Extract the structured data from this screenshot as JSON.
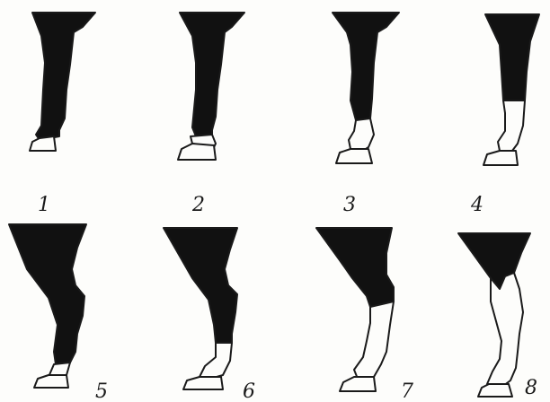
{
  "figure": {
    "labels": [
      "1",
      "2",
      "3",
      "4",
      "5",
      "6",
      "7",
      "8"
    ],
    "colors": {
      "ink": "#111111",
      "paper": "#fdfdfb",
      "outline": "#1a1a1a"
    }
  }
}
